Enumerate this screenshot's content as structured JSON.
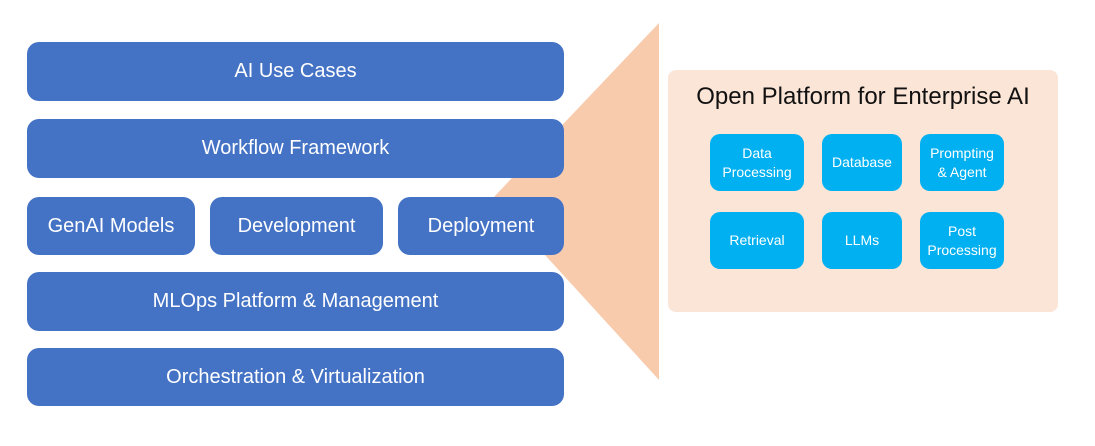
{
  "colors": {
    "stack_blue": "#4472C4",
    "component_cyan": "#00B0F0",
    "panel_peach": "#FBE5D6",
    "callout_peach": "#F8CBAD",
    "stack_text": "#FFFFFF",
    "title_text": "#111111"
  },
  "stack": {
    "rows_full": [
      "AI Use Cases",
      "Workflow Framework"
    ],
    "row_split": [
      "GenAI Models",
      "Development",
      "Deployment"
    ],
    "rows_bottom": [
      "MLOps Platform & Management",
      "Orchestration & Virtualization"
    ]
  },
  "panel": {
    "title": "Open Platform for Enterprise AI",
    "grid": [
      [
        "Data Processing",
        "Database",
        "Prompting & Agent"
      ],
      [
        "Retrieval",
        "LLMs",
        "Post Processing"
      ]
    ]
  }
}
